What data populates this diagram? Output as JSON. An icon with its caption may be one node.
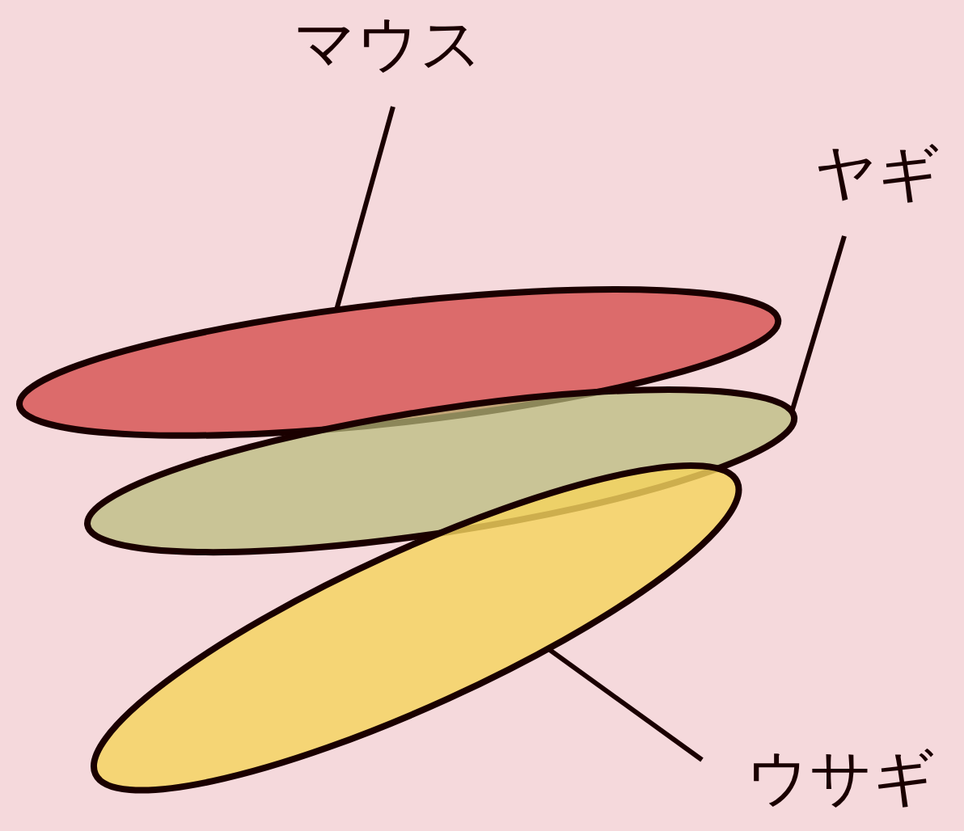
{
  "diagram": {
    "nodes": [
      {
        "text": [
          "マウス"
        ]
      },
      {
        "text": [
          "ヤギ"
        ]
      },
      {
        "text": [
          "ウサギ"
        ]
      },
      {
        "text": [],
        "shape": "ellipse"
      },
      {
        "text": [],
        "shape": "ellipse"
      },
      {
        "text": [],
        "shape": "ellipse"
      }
    ],
    "edges": [
      {
        "from": 0,
        "to": 3,
        "arrow": "none"
      },
      {
        "from": 1,
        "to": 4,
        "arrow": "none"
      },
      {
        "from": 2,
        "to": 5,
        "arrow": "none"
      }
    ]
  }
}
